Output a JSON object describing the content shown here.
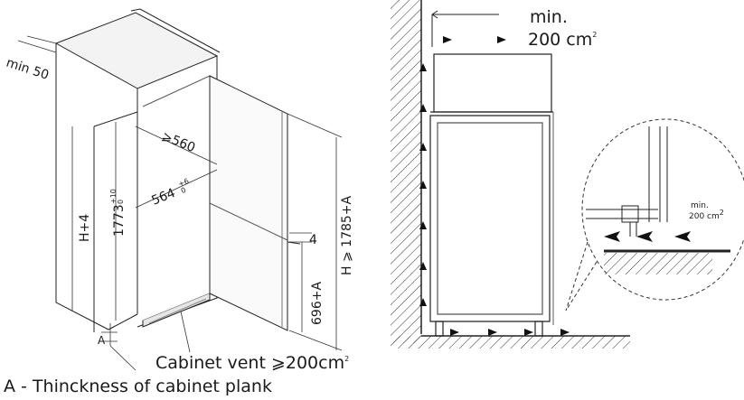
{
  "left": {
    "min_label": "min 50",
    "gap_label": "⩾560",
    "depth_label": "564",
    "depth_tol_top": "+6",
    "depth_tol_bottom": "0",
    "height_label": "1773",
    "height_tol_top": "+10",
    "height_tol_bottom": "0",
    "h4_label": "H+4",
    "hmin_label": "H ⩾ 1785+A",
    "gap4_label": "4",
    "door_label": "696+A",
    "a_label": "A",
    "vent_label": "Cabinet vent ⩾200cm",
    "vent_sup": "2",
    "legend": "A - Thinckness of cabinet plank"
  },
  "right": {
    "min_label": "min.",
    "area_label": "200 cm",
    "area_sup": "2",
    "detail_min": "min.",
    "detail_area": "200 cm",
    "detail_sup": "2"
  }
}
